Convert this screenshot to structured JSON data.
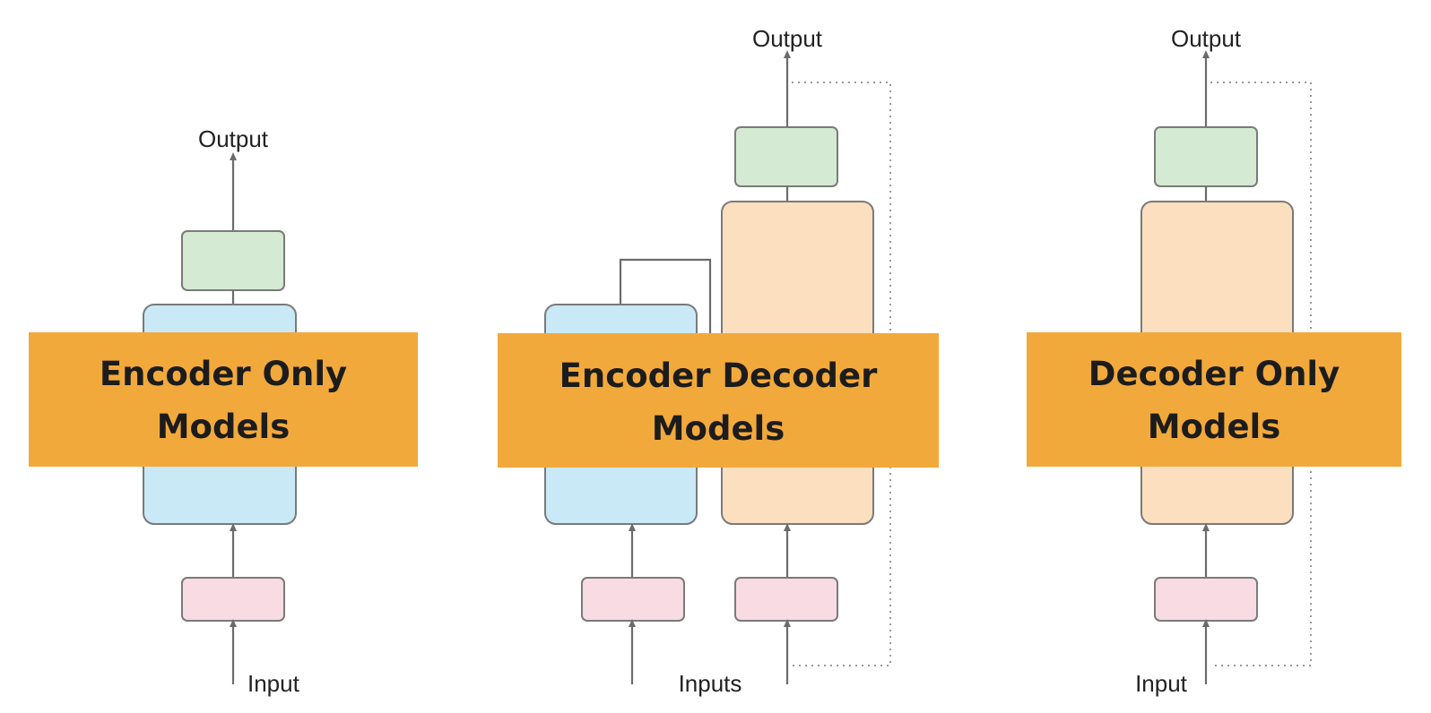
{
  "colors": {
    "banner": "#f2a93b",
    "output_block": "#d5ead3",
    "embedding_block": "#f9dbe4",
    "encoder_stack": "#c9e9f6",
    "decoder_stack": "#fbdfbf",
    "arrow": "#6b6b6b",
    "dotted_feedback": "#9a9a9a"
  },
  "panels": [
    {
      "id": "encoder-only",
      "title_line1": "Encoder Only",
      "title_line2": "Models",
      "output_label": "Output",
      "input_label": "Input"
    },
    {
      "id": "encoder-decoder",
      "title_line1": "Encoder Decoder",
      "title_line2": "Models",
      "output_label": "Output",
      "input_label": "Inputs"
    },
    {
      "id": "decoder-only",
      "title_line1": "Decoder Only",
      "title_line2": "Models",
      "output_label": "Output",
      "input_label": "Input"
    }
  ]
}
